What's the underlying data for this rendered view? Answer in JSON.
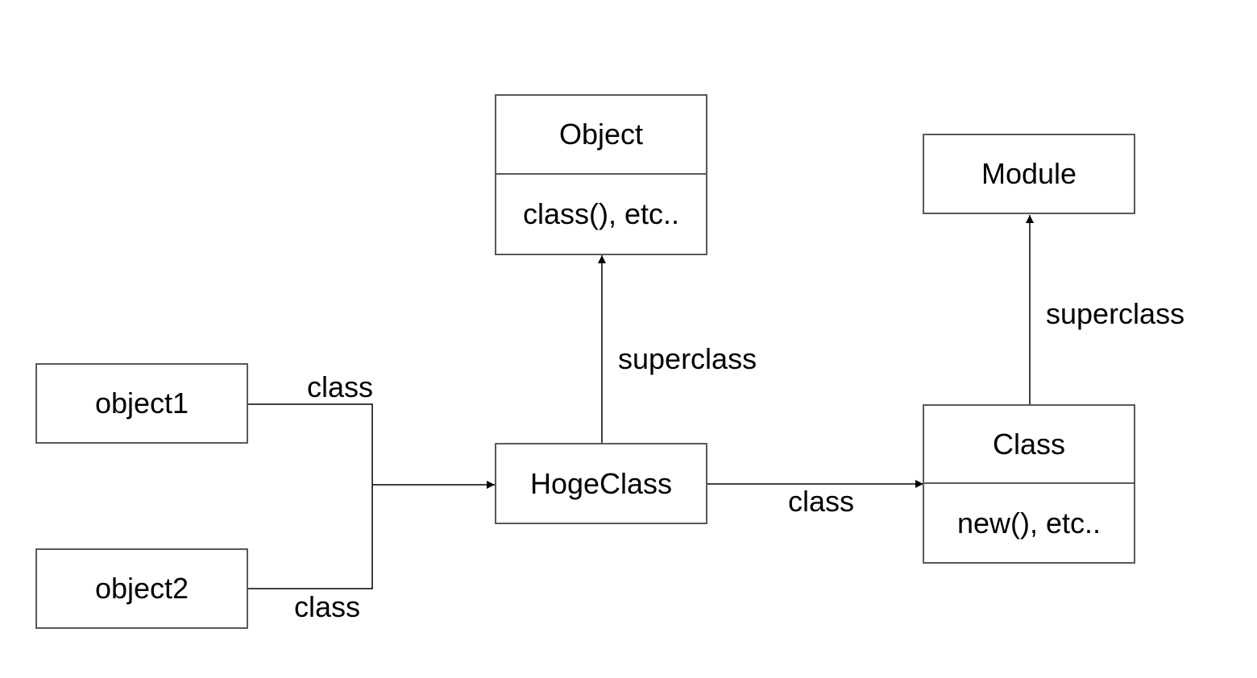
{
  "nodes": {
    "object": {
      "title": "Object",
      "body": "class(), etc.."
    },
    "module": {
      "title": "Module"
    },
    "object1": {
      "title": "object1"
    },
    "object2": {
      "title": "object2"
    },
    "hogeclass": {
      "title": "HogeClass"
    },
    "class": {
      "title": "Class",
      "body": "new(), etc.."
    }
  },
  "edges": {
    "object1_to_hogeclass": {
      "label": "class"
    },
    "object2_to_hogeclass": {
      "label": "class"
    },
    "hogeclass_to_object": {
      "label": "superclass"
    },
    "hogeclass_to_class": {
      "label": "class"
    },
    "class_to_module": {
      "label": "superclass"
    }
  },
  "colors": {
    "box_border": "#595959",
    "line": "#000000",
    "text": "#000000",
    "background": "#ffffff"
  }
}
